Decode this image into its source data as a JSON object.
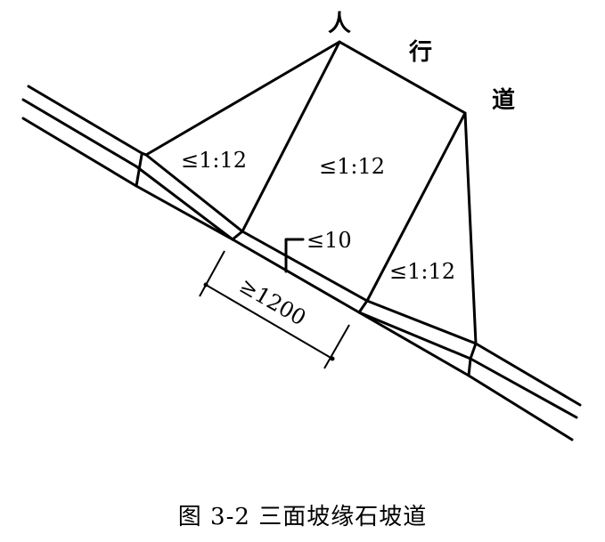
{
  "labels": {
    "sidewalk_char1": "人",
    "sidewalk_char2": "行",
    "sidewalk_char3": "道",
    "slope_left": "≤1:12",
    "slope_center": "≤1:12",
    "slope_right": "≤1:12",
    "lip_height": "≤10",
    "ramp_width": "≥1200"
  },
  "caption": "图 3-2   三面坡缘石坡道"
}
